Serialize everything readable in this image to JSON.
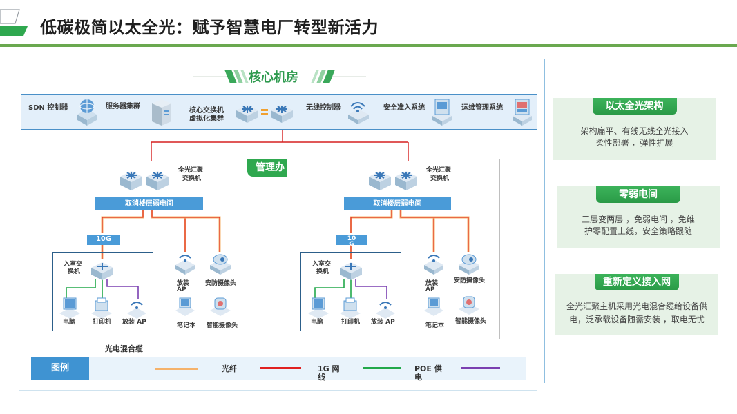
{
  "header": {
    "title": "低碳极简以太全光：赋予智慧电厂转型新活力"
  },
  "core_room": {
    "title": "核心机房",
    "items": [
      "SDN 控制器",
      "服务器集群",
      "核心交换机",
      "虚拟化集群",
      "无线控制器",
      "安全准入系统",
      "运维管理系统"
    ]
  },
  "office": {
    "tab": "管理办"
  },
  "left_group": {
    "aggregation": [
      "全光汇聚",
      "交换机"
    ],
    "floor_bar": "取消楼层弱电间",
    "speed": "10G",
    "indoor_switch": [
      "入室交",
      "换机"
    ],
    "devices": [
      "放装",
      "AP",
      "安防摄像头",
      "笔记本",
      "智能摄像头",
      "电脑",
      "打印机",
      "放装 AP"
    ]
  },
  "right_group": {
    "aggregation": [
      "全光汇聚",
      "交换机"
    ],
    "floor_bar": "取消楼层弱电间",
    "speed": [
      "10",
      "G"
    ],
    "indoor_switch": [
      "入室交",
      "换机"
    ],
    "devices": [
      "放装",
      "AP",
      "安防摄像头",
      "笔记本",
      "智能摄像头",
      "电脑",
      "打印机",
      "放装 AP"
    ]
  },
  "cable_label": "光电混合缆",
  "legend": {
    "title": "图例",
    "fiber": "光纤",
    "gig": [
      "1G  网",
      "线"
    ],
    "poe": [
      "POE 供",
      "电"
    ],
    "colors": {
      "fiber": "#f5b26b",
      "gig": "#e02020",
      "poe": "#22a84a",
      "hybrid": "#7a3fb0"
    }
  },
  "cards": [
    {
      "title": "以太全光架构",
      "lines": [
        "架构扁平、有线无线全光接入",
        "柔性部署 ，弹性扩展"
      ]
    },
    {
      "title": "零弱电间",
      "lines": [
        "三层变两层 ，免弱电间 ，免维",
        "护零配置上线，安全策略跟随"
      ]
    },
    {
      "title": "重新定义接入网",
      "lines": [
        "全光汇聚主机采用光电混合缆给设备供",
        "电，泛承载设备随需安装 ，取电无忧"
      ]
    }
  ],
  "colors": {
    "accent_green": "#2fa84f",
    "accent_blue": "#3f93d2",
    "header_rule": "#6aa84f"
  }
}
